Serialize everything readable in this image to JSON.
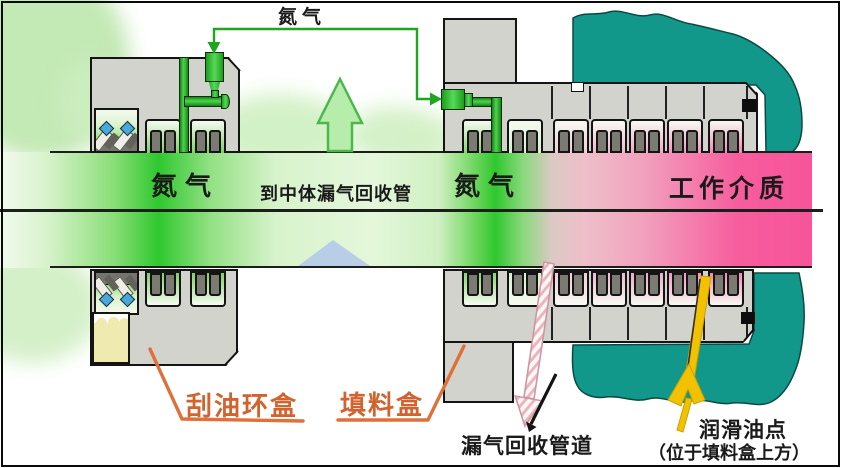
{
  "diagram": {
    "labels": {
      "nitrogen_supply": "氮气",
      "nitrogen_left": "氮气",
      "mid_recovery_pipe": "到中体漏气回收管",
      "nitrogen_right": "氮气",
      "working_medium": "工作介质",
      "scraper_ring_box": "刮油环盒",
      "packing_box": "填料盒",
      "leak_recovery_pipeline": "漏气回收管道",
      "lube_point": "润滑油点",
      "lube_point_note": "（位于填料盒上方）"
    }
  },
  "colors": {
    "housing_teal": "#12988a",
    "block_gray": "#d3d3cd",
    "pipe_green": "#1fa51f",
    "valve_green_light": "#55d455",
    "shaft_bright_green": "#2fc82f",
    "shaft_pink": "#f7549a",
    "label_orange": "#d2622e",
    "lube_arrow_gold": "#f2c200",
    "leak_arrow_pink": "#eab6be",
    "oil_yellow": "#efeab0",
    "gem_blue": "#4aa8d8",
    "pocket_fills": [
      "#86d56e",
      "#d8f0ca",
      "#f3cbd7",
      "#f1b7cc",
      "#f1a8c4",
      "#f397bd",
      "#f687b2"
    ],
    "scraper_pocket_fill": "#7ed162"
  }
}
